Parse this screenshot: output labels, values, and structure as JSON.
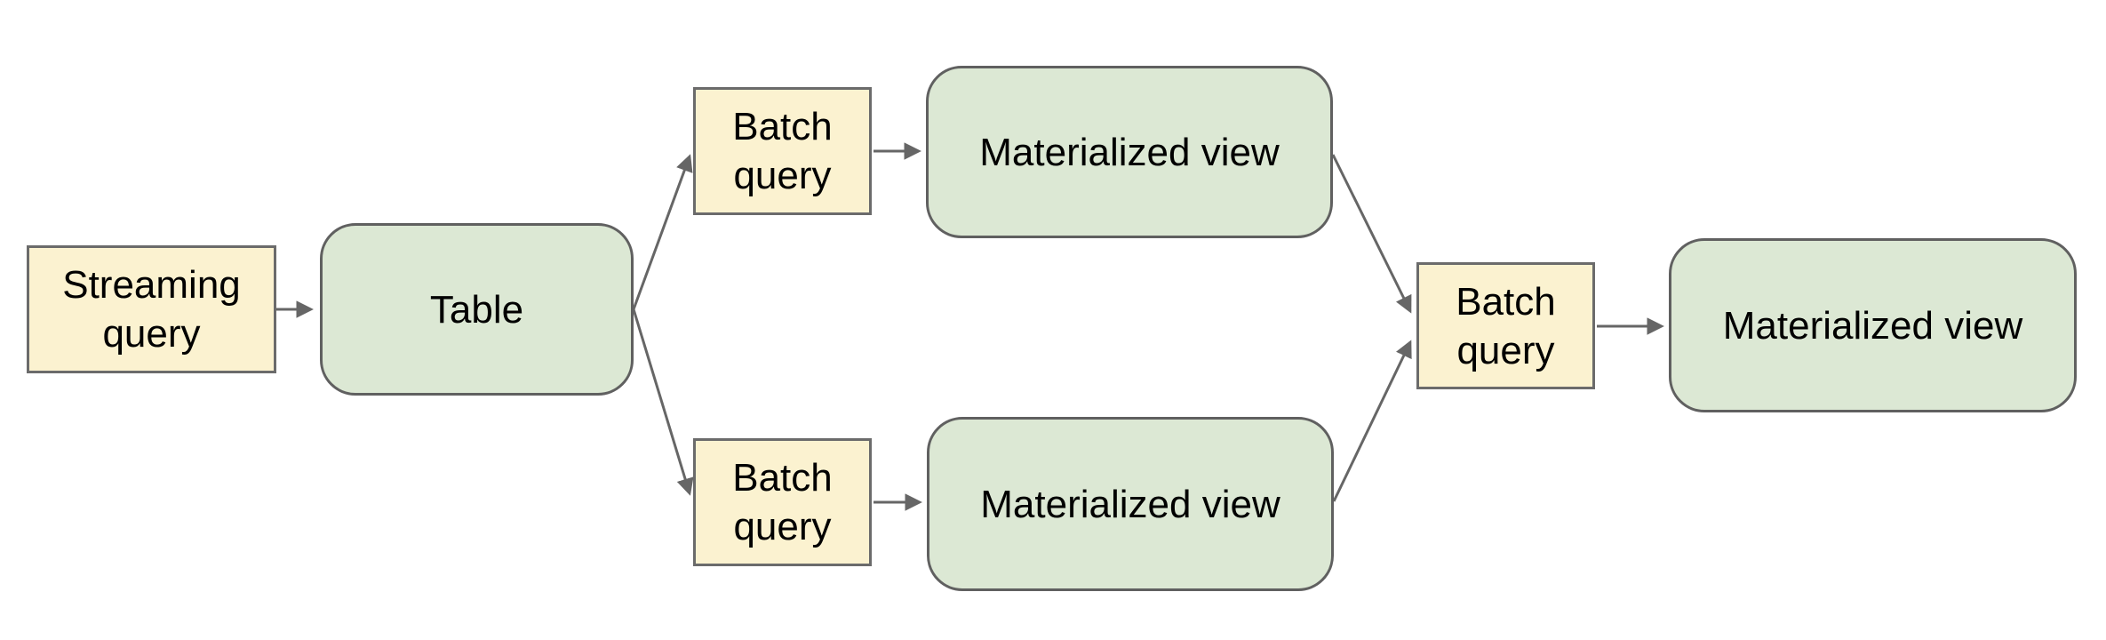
{
  "diagram": {
    "canvas_color": "#ffffff",
    "colors": {
      "query_fill": "#fbf2d0",
      "query_border": "#6b6b6b",
      "view_fill": "#dce8d4",
      "view_border": "#606060",
      "connector": "#666666",
      "label_text": "#000000"
    },
    "nodes": [
      {
        "id": "streaming-query",
        "label": "Streaming query",
        "shape": "rectangle"
      },
      {
        "id": "table",
        "label": "Table",
        "shape": "rounded-rectangle"
      },
      {
        "id": "batch-query-top",
        "label": "Batch query",
        "shape": "rectangle"
      },
      {
        "id": "materialized-view-top",
        "label": "Materialized view",
        "shape": "rounded-rectangle"
      },
      {
        "id": "batch-query-bottom",
        "label": "Batch query",
        "shape": "rectangle"
      },
      {
        "id": "materialized-view-bottom",
        "label": "Materialized view",
        "shape": "rounded-rectangle"
      },
      {
        "id": "batch-query-middle",
        "label": "Batch query",
        "shape": "rectangle"
      },
      {
        "id": "materialized-view-right",
        "label": "Materialized view",
        "shape": "rounded-rectangle"
      }
    ],
    "edges": [
      {
        "from": "streaming-query",
        "to": "table"
      },
      {
        "from": "table",
        "to": "batch-query-top"
      },
      {
        "from": "table",
        "to": "batch-query-bottom"
      },
      {
        "from": "batch-query-top",
        "to": "materialized-view-top"
      },
      {
        "from": "batch-query-bottom",
        "to": "materialized-view-bottom"
      },
      {
        "from": "materialized-view-top",
        "to": "batch-query-middle"
      },
      {
        "from": "materialized-view-bottom",
        "to": "batch-query-middle"
      },
      {
        "from": "batch-query-middle",
        "to": "materialized-view-right"
      }
    ]
  }
}
